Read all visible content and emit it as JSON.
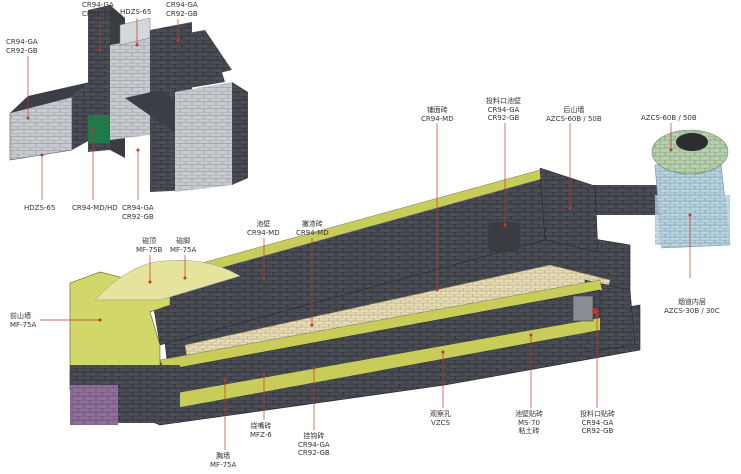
{
  "labels": {
    "top1": [
      "CR94-GA",
      "CR92-GB"
    ],
    "top2": [
      "HDZS-65"
    ],
    "top3": [
      "CR94-GA",
      "CR92-GB"
    ],
    "left_top": [
      "CR94-GA",
      "CR92-GB"
    ],
    "inset_hdzs": [
      "HDZS-65"
    ],
    "inset_md": [
      "CR94-MD/HD"
    ],
    "inset_ga": [
      "CR94-GA",
      "CR92-GB"
    ],
    "paving": [
      "铺面砖",
      "CR94-MD"
    ],
    "feed_wall": [
      "投料口池壁",
      "CR94-GA",
      "CR92-GB"
    ],
    "rear_gable": [
      "后山墙",
      "AZCS-60B / 50B"
    ],
    "regen_crown": [
      "AZCS-60B / 50B"
    ],
    "pool_wall": [
      "池壁",
      "CR94-MD"
    ],
    "skim_brick": [
      "撇渣砖",
      "CR94-MD"
    ],
    "crown": [
      "碹顶",
      "MF-75B"
    ],
    "skewback": [
      "碹脚",
      "MF-75A"
    ],
    "front_gable": [
      "前山墙",
      "MF-75A"
    ],
    "flue_lining": [
      "烟道内层",
      "AZCS-30B / 30C"
    ],
    "breast_wall": [
      "胸墙",
      "MF-75A"
    ],
    "burner_block": [
      "烧嘴砖",
      "MFZ-6"
    ],
    "tuck_stone": [
      "挂钩砖",
      "CR94-GA",
      "CR92-GB"
    ],
    "peep_hole": [
      "观察孔",
      "VZCS"
    ],
    "pool_paste": [
      "池壁贴砖",
      "MS-70",
      "粘土砖"
    ],
    "feed_paste": [
      "投料口贴砖",
      "CR94-GA",
      "CR92-GB"
    ]
  }
}
